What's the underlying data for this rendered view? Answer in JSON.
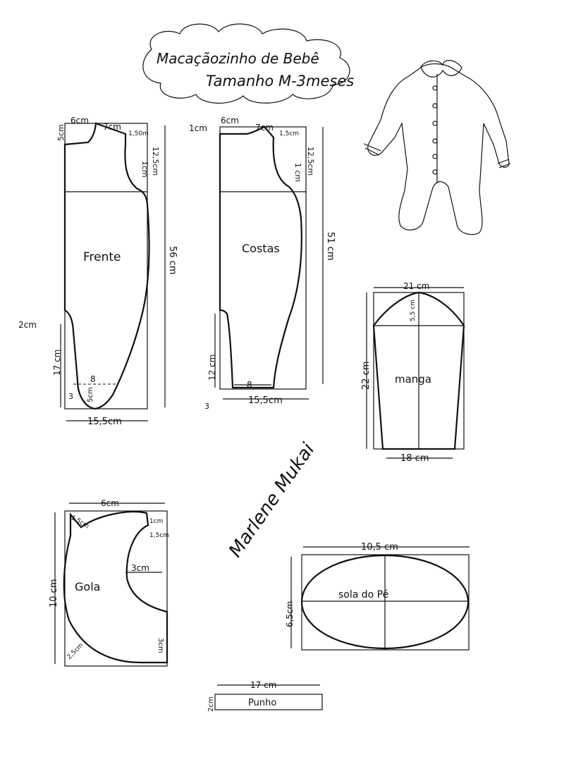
{
  "title": {
    "line1": "Macaçãozinho de Bebê",
    "line2": "Tamanho M-3meses"
  },
  "frente": {
    "label": "Frente",
    "dims": {
      "neck_w": "6cm",
      "shoulder": "7cm",
      "shoulder_drop": "1,50m",
      "neck_drop": "5cm",
      "armhole_h": "12,5cm",
      "armhole_d": "1cm",
      "length": "56 cm",
      "crotch": "2cm",
      "leg_h": "17 cm",
      "foot_w": "8",
      "foot_drop": "5cm",
      "small": "3",
      "width": "15,5cm"
    }
  },
  "costas": {
    "label": "Costas",
    "dims": {
      "neck_drop": "1cm",
      "neck_w": "6cm",
      "shoulder": "7cm",
      "shoulder_drop": "1,5cm",
      "armhole_h": "12,5cm",
      "armhole_d": "1 cm",
      "length": "51 cm",
      "leg_h": "12 cm",
      "foot_w": "8",
      "small": "3",
      "width": "15,5cm"
    }
  },
  "manga": {
    "label": "manga",
    "dims": {
      "top": "21 cm",
      "cap": "5,5 cm",
      "height": "22 cm",
      "bottom": "18 cm"
    }
  },
  "gola": {
    "label": "Gola",
    "dims": {
      "width": "6cm",
      "corner1": "1,5cm",
      "corner2": "1cm",
      "corner3": "1,5cm",
      "inner": "3cm",
      "height": "10 cm",
      "bottom_corner": "2,5cm",
      "bottom_right": "3cm"
    }
  },
  "sola": {
    "label": "sola do Pé",
    "dims": {
      "width": "10,5 cm",
      "height": "6,5cm"
    }
  },
  "punho": {
    "label": "Punho",
    "dims": {
      "width": "17 cm",
      "height": "2cm"
    }
  },
  "signature": "Marlene Mukai"
}
